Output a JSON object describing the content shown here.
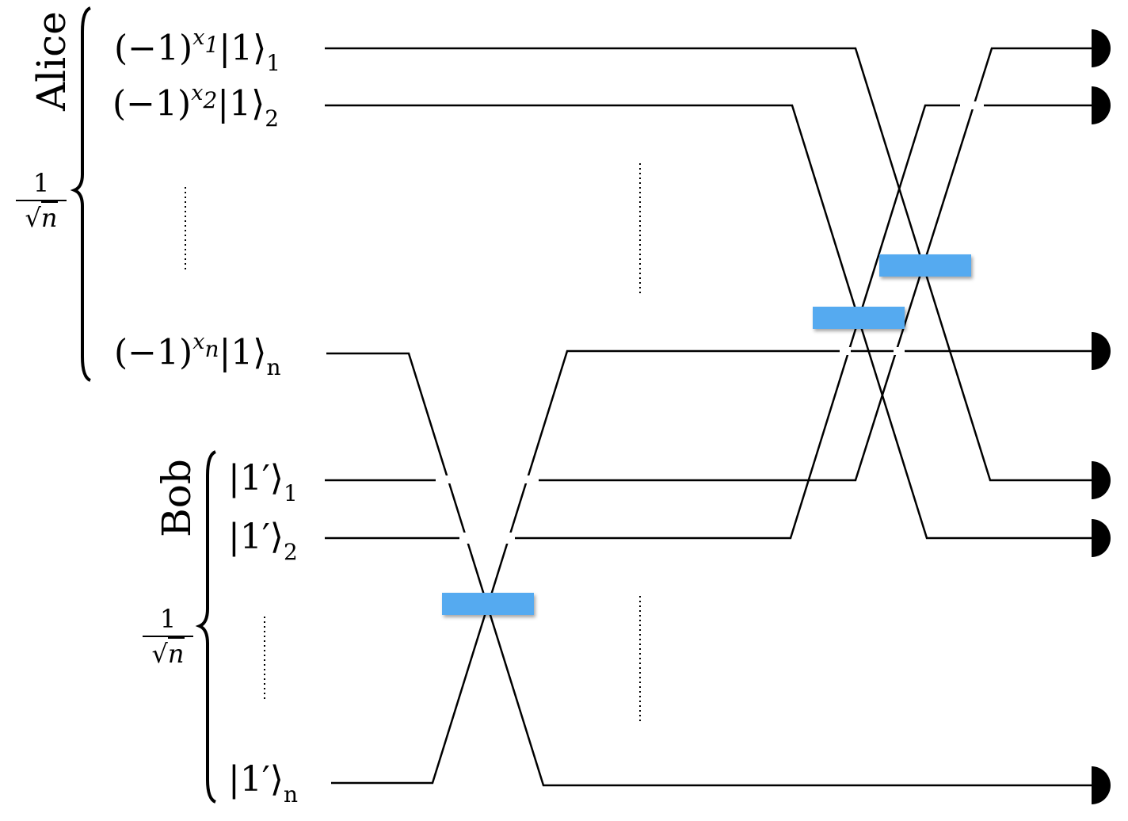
{
  "alice": {
    "name": "Alice",
    "normalization": {
      "numerator": "1",
      "radical": "√",
      "radicand": "n"
    },
    "states": [
      {
        "base": "(−1)",
        "exp_var": "x",
        "exp_sub": "1",
        "ket": "|1⟩",
        "ket_sub": "1"
      },
      {
        "base": "(−1)",
        "exp_var": "x",
        "exp_sub": "2",
        "ket": "|1⟩",
        "ket_sub": "2"
      },
      {
        "base": "(−1)",
        "exp_var": "x",
        "exp_sub": "n",
        "ket": "|1⟩",
        "ket_sub": "n"
      }
    ]
  },
  "bob": {
    "name": "Bob",
    "normalization": {
      "numerator": "1",
      "radical": "√",
      "radicand": "n"
    },
    "states": [
      {
        "ket": "|1′⟩",
        "ket_sub": "1"
      },
      {
        "ket": "|1′⟩",
        "ket_sub": "2"
      },
      {
        "ket": "|1′⟩",
        "ket_sub": "n"
      }
    ]
  },
  "colors": {
    "line": "#000000",
    "beam_splitter": "#55aaf0",
    "detector": "#000000"
  }
}
